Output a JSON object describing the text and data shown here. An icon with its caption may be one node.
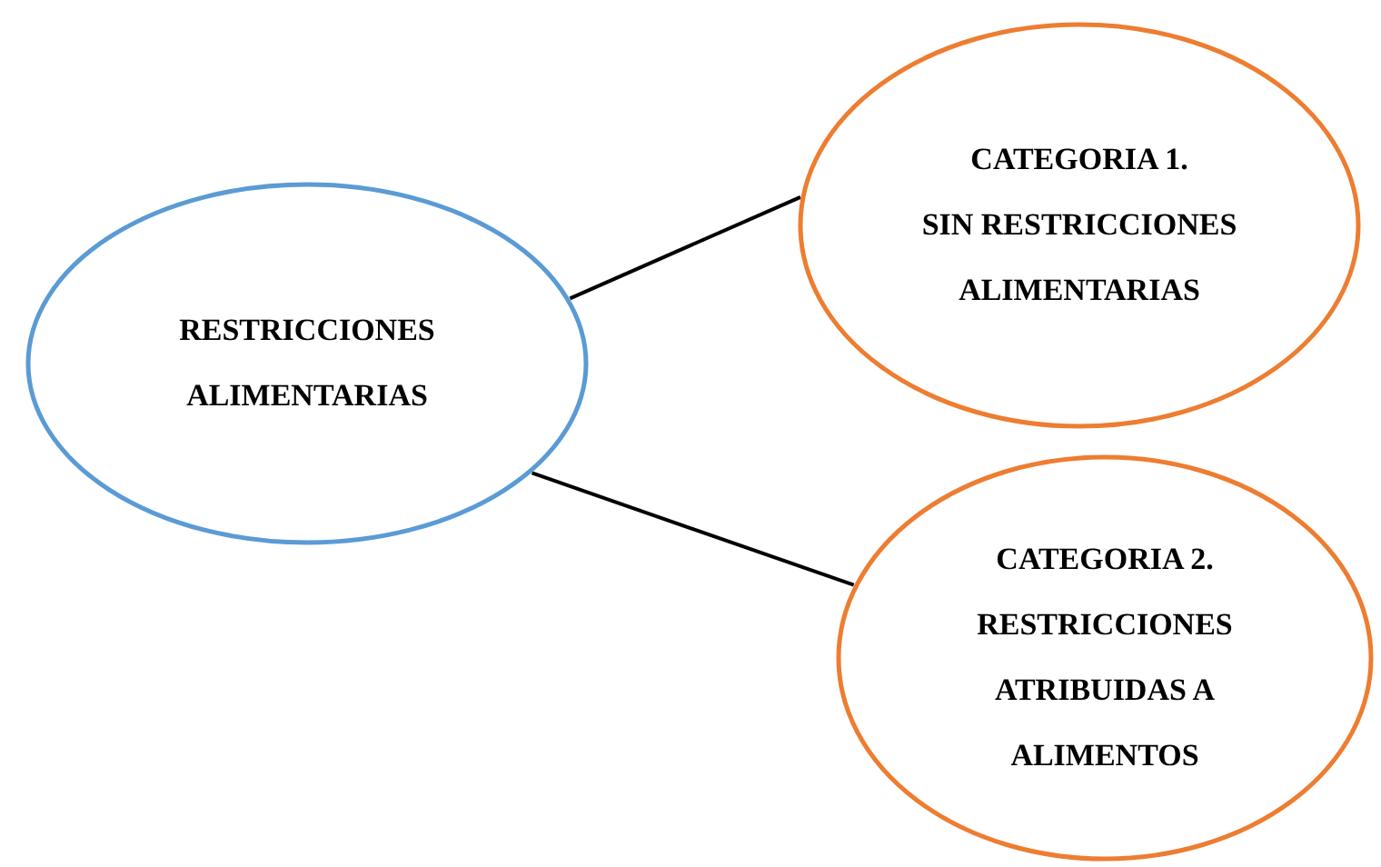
{
  "diagram": {
    "nodes": [
      {
        "text": [
          "RESTRICCIONES ALIMENTARIAS"
        ]
      },
      {
        "text": [
          "CATEGORIA 1.",
          "SIN RESTRICCIONES ALIMENTARIAS"
        ]
      },
      {
        "text": [
          "CATEGORIA 2.",
          "RESTRICCIONES ATRIBUIDAS A ALIMENTOS"
        ]
      }
    ],
    "edges": [
      {
        "from": 0,
        "to": 1,
        "arrow": "none"
      },
      {
        "from": 0,
        "to": 2,
        "arrow": "none"
      }
    ]
  }
}
